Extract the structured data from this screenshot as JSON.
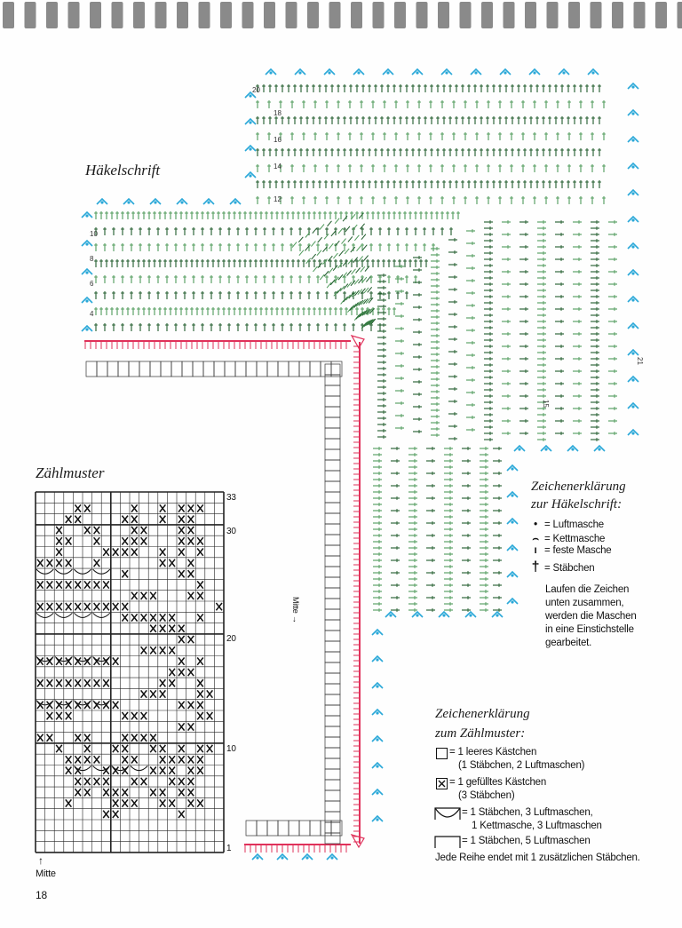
{
  "title_haekelschrift": "Häkelschrift",
  "title_zaehlmuster": "Zählmuster",
  "page_number": "18",
  "mitte_label": "Mitte",
  "mitte_vertical": "Mitte",
  "row_numbers": {
    "chart": [
      "33",
      "30",
      "20",
      "10",
      "1"
    ],
    "haekel_top": [
      "20",
      "18",
      "16",
      "14",
      "12"
    ],
    "haekel_left": [
      "10",
      "8",
      "6",
      "4"
    ],
    "haekel_right": [
      "21",
      "15"
    ]
  },
  "legend_haekel": {
    "title_line1": "Zeichenerklärung",
    "title_line2": "zur Häkelschrift:",
    "items": [
      {
        "symbol": "•",
        "text": "= Luftmasche"
      },
      {
        "symbol": "⌢",
        "text": "= Kettmasche"
      },
      {
        "symbol": "ı",
        "text": "= feste Masche"
      },
      {
        "symbol": "†",
        "text": "= Stäbchen"
      }
    ],
    "note": [
      "Laufen die Zeichen",
      "unten zusammen,",
      "werden die Maschen",
      "in eine Einstichstelle",
      "gearbeitet."
    ]
  },
  "legend_zaehl": {
    "title_line1": "Zeichenerklärung",
    "title_line2": "zum Zählmuster:",
    "items": [
      {
        "symbol": "empty-box",
        "lines": [
          "= 1 leeres Kästchen",
          "(1 Stäbchen, 2 Luftmaschen)"
        ]
      },
      {
        "symbol": "x-box",
        "lines": [
          "= 1 gefülltes Kästchen",
          "(3 Stäbchen)"
        ]
      },
      {
        "symbol": "lacet",
        "lines": [
          "= 1 Stäbchen, 3 Luftmaschen,",
          "1 Kettmasche, 3 Luftmaschen"
        ]
      },
      {
        "symbol": "bar",
        "lines": [
          "= 1 Stäbchen, 5 Luftmaschen"
        ]
      }
    ],
    "footer": "Jede Reihe endet mit 1 zusätzlichen Stäbchen."
  },
  "colors": {
    "green_dark": "#1e5a2a",
    "green_light": "#4e9a5a",
    "red": "#e0315a",
    "cyan": "#2aa8d8",
    "grid": "#222222"
  }
}
